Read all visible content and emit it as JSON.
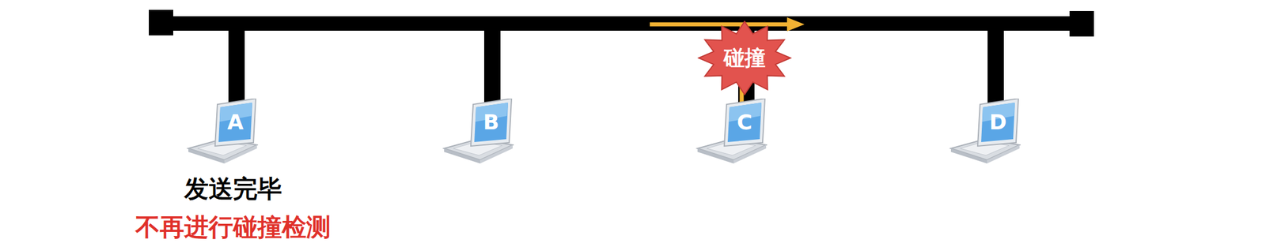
{
  "diagram": {
    "nodes": [
      {
        "text": [
          "A"
        ]
      },
      {
        "text": [
          "B"
        ]
      },
      {
        "text": [
          "C"
        ]
      },
      {
        "text": [
          "D"
        ]
      },
      {
        "text": [
          "碰撞"
        ]
      }
    ],
    "labels": [
      "发送完毕",
      "不再进行碰撞检测"
    ]
  }
}
